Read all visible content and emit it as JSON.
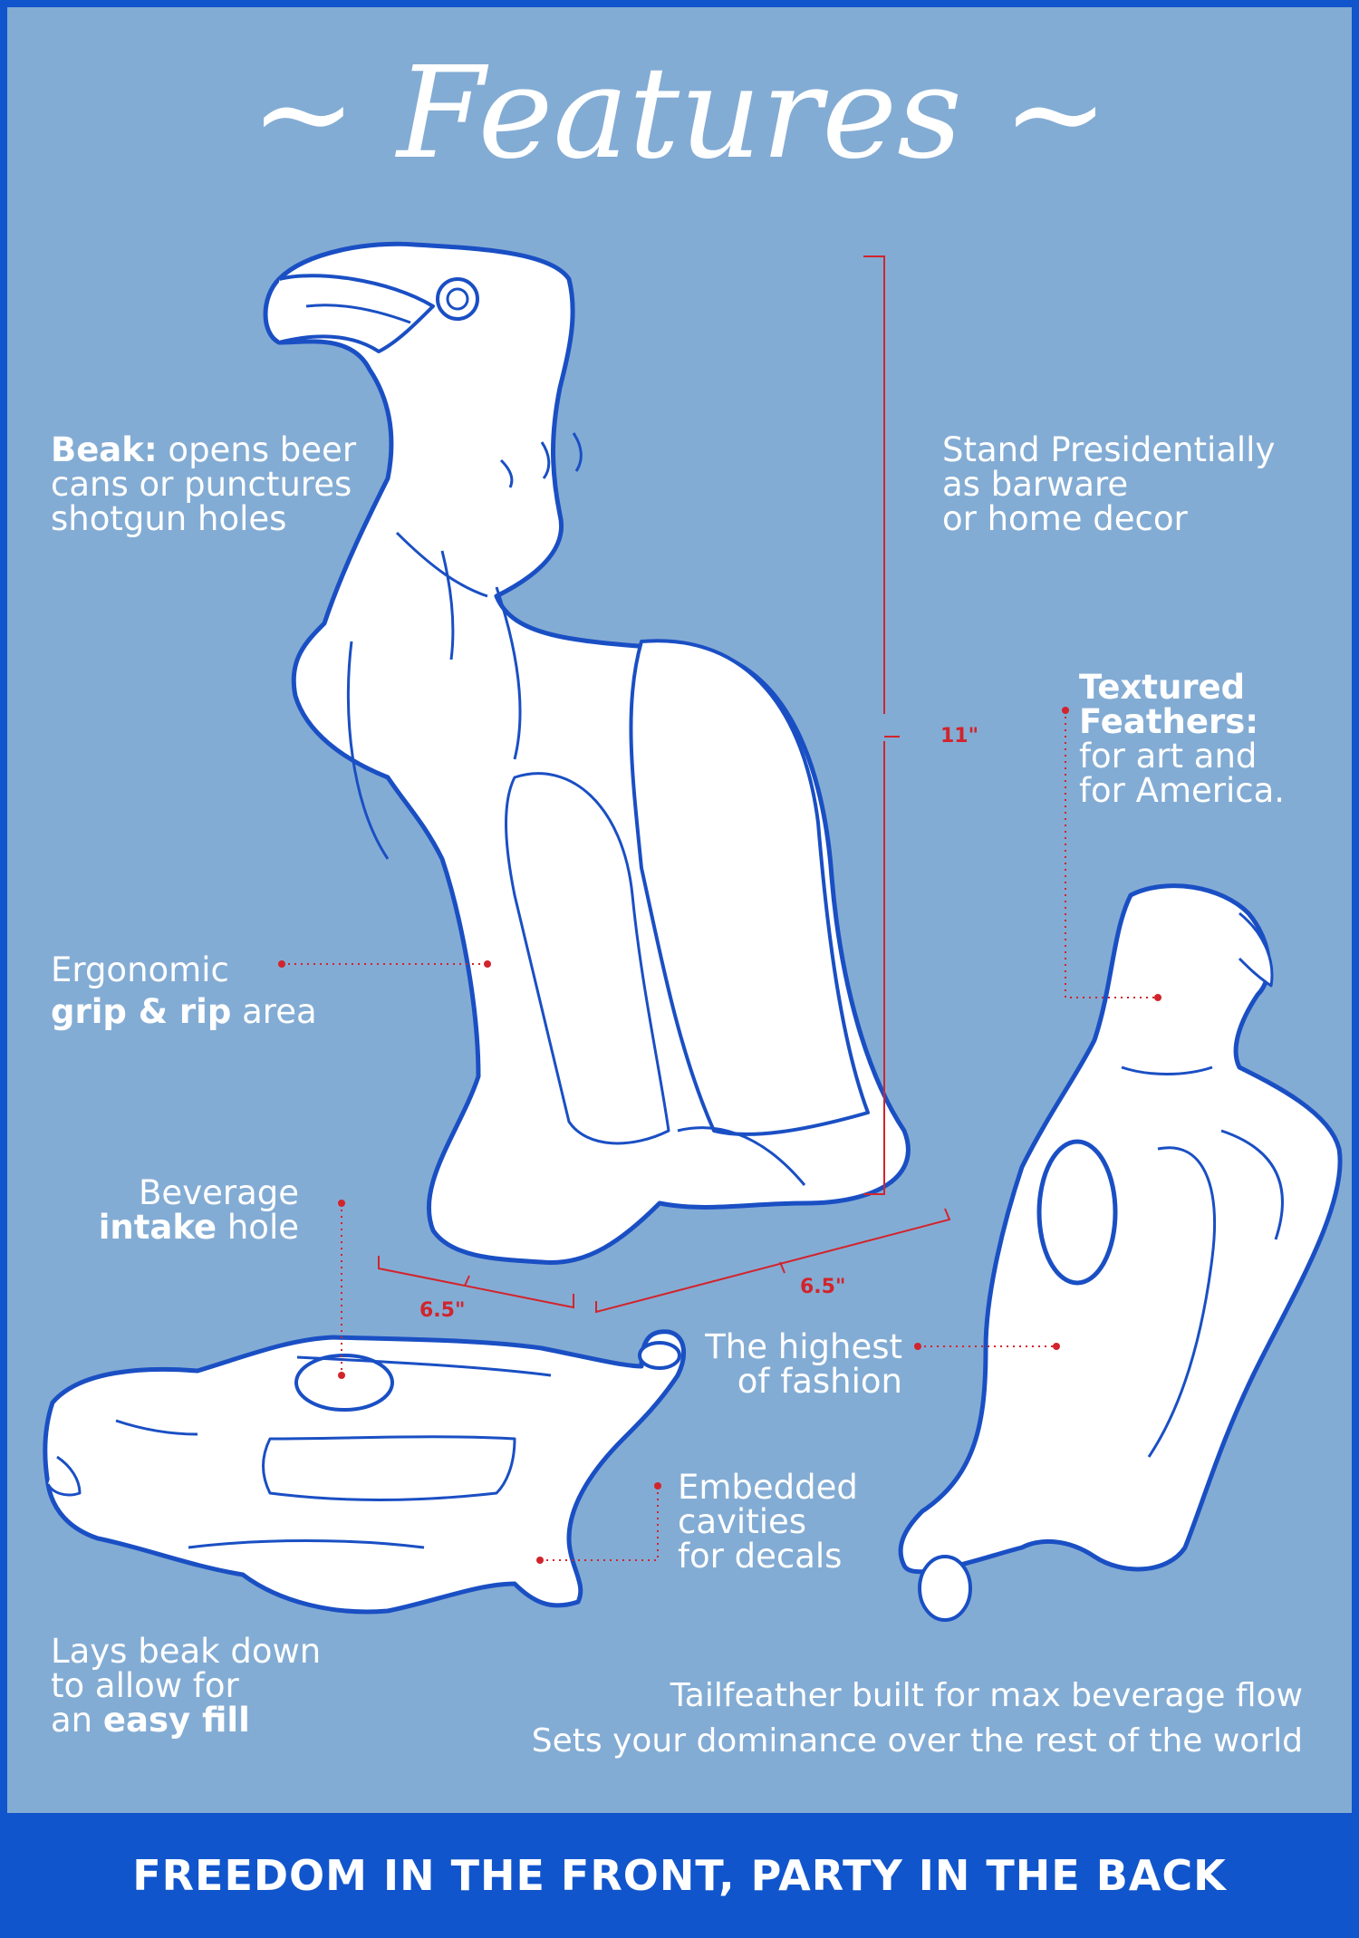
{
  "title": "~ Features ~",
  "labels": {
    "beak_bold": "Beak:",
    "beak_text": " opens beer",
    "beak_line2": "cans or punctures",
    "beak_line3": "shotgun holes",
    "stand_line1": "Stand Presidentially",
    "stand_line2": "as barware",
    "stand_line3": "or home decor",
    "feathers_bold1": "Textured",
    "feathers_bold2": "Feathers:",
    "feathers_line3": "for art and",
    "feathers_line4": "for America.",
    "grip_line1": "Ergonomic",
    "grip_bold": "grip & rip",
    "grip_rest": " area",
    "intake_line1": "Beverage",
    "intake_bold": "intake",
    "intake_rest": " hole",
    "fashion_line1": "The highest",
    "fashion_line2": "of fashion",
    "cavities_line1": "Embedded",
    "cavities_line2": "cavities",
    "cavities_line3": "for decals",
    "lays_line1": "Lays beak down",
    "lays_line2": "to allow for",
    "lays_prefix": "an ",
    "lays_bold": "easy fill",
    "tail_line1": "Tailfeather built for max beverage flow",
    "tail_line2": "Sets your dominance over the rest of the world"
  },
  "dimensions": {
    "height": "11\"",
    "depth": "6.5\"",
    "width": "6.5\""
  },
  "banner": "FREEDOM IN THE FRONT, PARTY IN THE BACK",
  "colors": {
    "background": "#83acd4",
    "frame": "#1155cc",
    "outline": "#1a4fc4",
    "dimension": "#d2242c",
    "text": "#ffffff"
  }
}
